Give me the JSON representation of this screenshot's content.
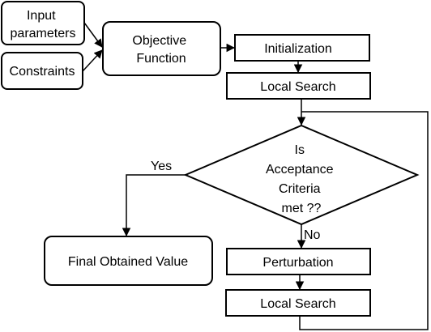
{
  "nodes": {
    "input_parameters": [
      "Input",
      "parameters"
    ],
    "constraints": [
      "Constraints"
    ],
    "objective_function": [
      "Objective",
      "Function"
    ],
    "initialization": [
      "Initialization"
    ],
    "local_search_1": [
      "Local Search"
    ],
    "acceptance": [
      "Is",
      "Acceptance",
      "Criteria",
      "met ??"
    ],
    "final_value": [
      "Final Obtained Value"
    ],
    "perturbation": [
      "Perturbation"
    ],
    "local_search_2": [
      "Local Search"
    ]
  },
  "edge_labels": {
    "yes": "Yes",
    "no": "No"
  }
}
